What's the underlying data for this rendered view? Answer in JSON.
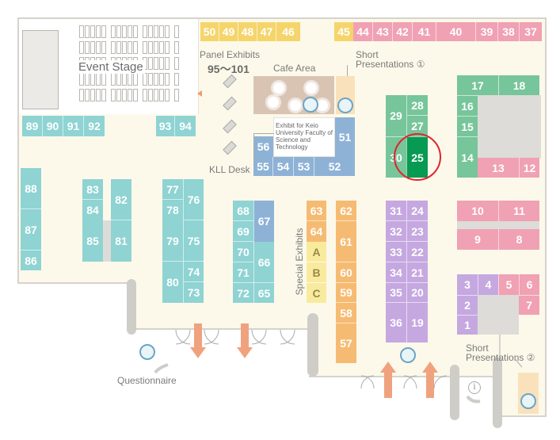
{
  "labels": {
    "event_stage": "Event Stage",
    "panel_exhibits": "Panel Exhibits",
    "panel_range": "95～101",
    "cafe_area": "Cafe Area",
    "short_presentations_1_line1": "Short",
    "short_presentations_1_line2": "Presentations ①",
    "short_presentations_2_line1": "Short",
    "short_presentations_2_line2": "Presentations ②",
    "kll_desk": "KLL Desk",
    "keio_exhibit": "Exhibit for Keio University Faculty of Science and Technology",
    "special_exhibits": "Special Exhibits",
    "questionnaire": "Questionnaire"
  },
  "booths": {
    "top_yellow": [
      "50",
      "49",
      "48",
      "47",
      "46"
    ],
    "top_45": "45",
    "top_pink": [
      "44",
      "43",
      "42",
      "41",
      "40",
      "39",
      "38",
      "37"
    ],
    "left_row": [
      "89",
      "90",
      "91",
      "92"
    ],
    "b93": "93",
    "b94": "94",
    "col88": [
      "88",
      "87",
      "86"
    ],
    "b83": "83",
    "b84": "84",
    "b85": "85",
    "b82": "82",
    "b81": "81",
    "b77": "77",
    "b78": "78",
    "b79": "79",
    "b80": "80",
    "b76": "76",
    "b75": "75",
    "b74": "74",
    "b73": "73",
    "b68": "68",
    "b69": "69",
    "b70": "70",
    "b71": "71",
    "b72": "72",
    "b67": "67",
    "b66": "66",
    "b65": "65",
    "b56": "56",
    "b55": "55",
    "b54": "54",
    "b53": "53",
    "b52": "52",
    "b51": "51",
    "b63": "63",
    "b64": "64",
    "special": [
      "A",
      "B",
      "C"
    ],
    "b62": "62",
    "b61": "61",
    "b60": "60",
    "b59": "59",
    "b58": "58",
    "b57": "57",
    "b29": "29",
    "b28": "28",
    "b27": "27",
    "b30": "30",
    "b25": "25",
    "b31": "31",
    "b32": "32",
    "b33": "33",
    "b34": "34",
    "b35": "35",
    "b36": "36",
    "b24": "24",
    "b23": "23",
    "b22": "22",
    "b21": "21",
    "b20": "20",
    "b19": "19",
    "b17": "17",
    "b18": "18",
    "b16": "16",
    "b15": "15",
    "b14": "14",
    "b13": "13",
    "b12": "12",
    "b10": "10",
    "b11": "11",
    "b9": "9",
    "b8": "8",
    "b3": "3",
    "b4": "4",
    "b5": "5",
    "b6": "6",
    "b2": "2",
    "b7": "7",
    "b1": "1"
  },
  "colors": {
    "teal": "#8fd3d3",
    "yellow": "#f5d56b",
    "pink": "#f0a1b3",
    "green": "#77c59a",
    "lavender": "#c5a8e0",
    "orange": "#f6bb72",
    "blue": "#8eb2d6",
    "highlight": "#079a52",
    "highlight_ring": "#e0242d",
    "arrow": "#f0a27e"
  },
  "highlighted_booth": "25"
}
